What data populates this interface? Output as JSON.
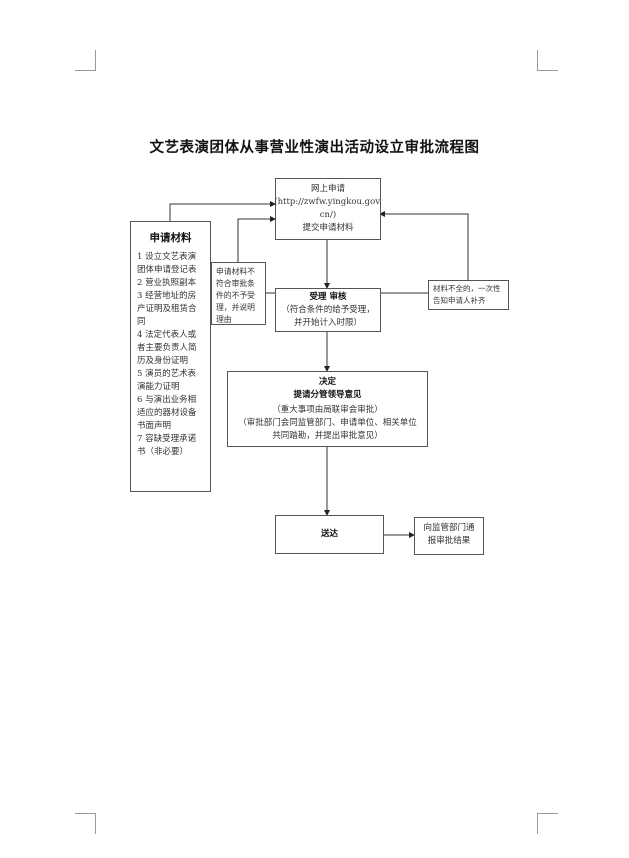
{
  "title": "文艺表演团体从事营业性演出活动设立审批流程图",
  "nodes": {
    "online_apply": {
      "lines": [
        "网上申请",
        "(http://zwfw.yingkou.gov.",
        "cn/)",
        "提交申请材料"
      ]
    },
    "materials": {
      "heading": "申请材料",
      "items": [
        "1 设立文艺表演团体申请登记表",
        "2 营业执照副本",
        "3 经营地址的房产证明及租赁合同",
        "4 法定代表人或者主要负责人简历及身份证明",
        "5 演员的艺术表演能力证明",
        "6 与演出业务相适应的器材设备书面声明",
        "7 容缺受理承诺书（非必要）"
      ]
    },
    "reject": {
      "text": "申请材料不符合审批条件的不予受理，并说明理由"
    },
    "review": {
      "heading": "受理 审核",
      "lines": [
        "（符合条件的给予受理，",
        "并开始计入时限）"
      ]
    },
    "incomplete": {
      "text": "材料不全的，一次性告知申请人补齐"
    },
    "decision": {
      "heading1": "决定",
      "heading2": "提请分管领导意见",
      "lines": [
        "（重大事项由局联审会审批）",
        "（审批部门会同监管部门、申请单位、相关单位",
        "共同踏勘，并提出审批意见）"
      ]
    },
    "deliver": {
      "heading": "送达"
    },
    "notify": {
      "text": "向监管部门通报审批结果"
    }
  }
}
